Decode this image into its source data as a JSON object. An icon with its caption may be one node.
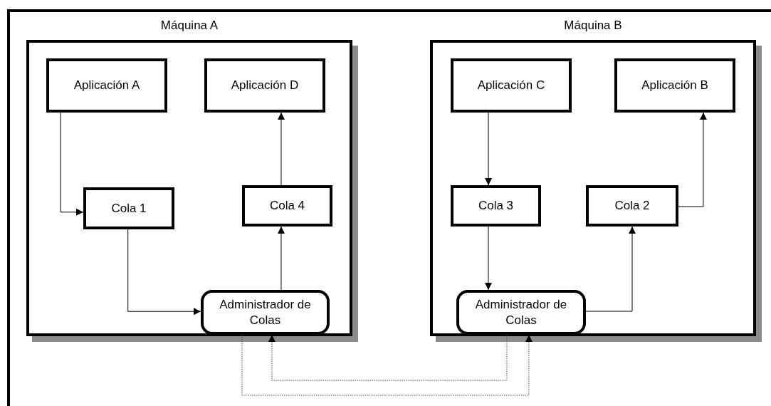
{
  "diagram": {
    "nodes": [
      {
        "text": [
          "Máquina A"
        ]
      },
      {
        "text": [
          "Aplicación A"
        ],
        "in": 0
      },
      {
        "text": [
          "Aplicación D"
        ],
        "in": 0
      },
      {
        "text": [
          "Cola 1"
        ],
        "in": 0
      },
      {
        "text": [
          "Cola 4"
        ],
        "in": 0
      },
      {
        "text": [
          "Administrador de Colas"
        ],
        "in": 0
      },
      {
        "text": [
          "Máquina B"
        ]
      },
      {
        "text": [
          "Aplicación C"
        ],
        "in": 6
      },
      {
        "text": [
          "Aplicación B"
        ],
        "in": 6
      },
      {
        "text": [
          "Cola 3"
        ],
        "in": 6
      },
      {
        "text": [
          "Cola 2"
        ],
        "in": 6
      },
      {
        "text": [
          "Administrador de Colas"
        ],
        "in": 6
      }
    ],
    "edges": [
      {
        "from": 1,
        "to": 3,
        "arrow": "to"
      },
      {
        "from": 3,
        "to": 5,
        "arrow": "to"
      },
      {
        "from": 5,
        "to": 4,
        "arrow": "to"
      },
      {
        "from": 4,
        "to": 2,
        "arrow": "to"
      },
      {
        "from": 7,
        "to": 9,
        "arrow": "to"
      },
      {
        "from": 9,
        "to": 11,
        "arrow": "to"
      },
      {
        "from": 11,
        "to": 10,
        "arrow": "to"
      },
      {
        "from": 10,
        "to": 8,
        "arrow": "to"
      },
      {
        "from": 5,
        "to": 11,
        "arrow": "to",
        "style": "dashed"
      },
      {
        "from": 11,
        "to": 5,
        "arrow": "to",
        "style": "dashed"
      }
    ]
  }
}
